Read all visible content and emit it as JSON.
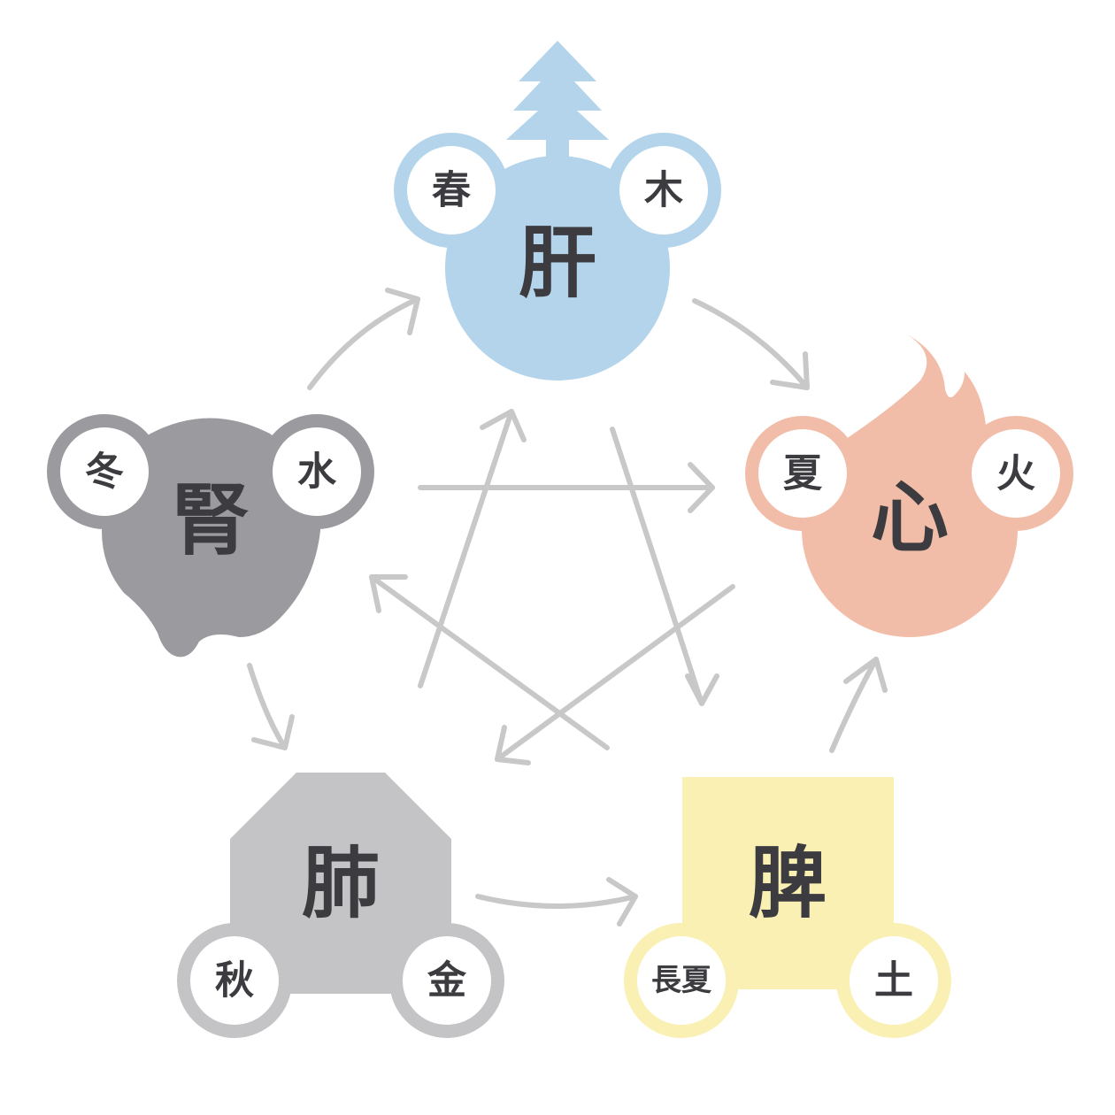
{
  "colors": {
    "liver": "#b3d4ea",
    "heart": "#f2bda8",
    "kidney": "#9b9a9f",
    "lung": "#c4c4c6",
    "spleen": "#faf0b4",
    "text": "#3b3b40",
    "arrow": "#c8c8c8"
  },
  "elements": {
    "liver": {
      "organ": "肝",
      "season": "春",
      "element": "木",
      "icon": "tree-icon"
    },
    "heart": {
      "organ": "心",
      "season": "夏",
      "element": "火",
      "icon": "flame-icon"
    },
    "spleen": {
      "organ": "脾",
      "season": "長夏",
      "element": "土",
      "icon": "square-earth-icon"
    },
    "lung": {
      "organ": "肺",
      "season": "秋",
      "element": "金",
      "icon": "octagon-metal-icon"
    },
    "kidney": {
      "organ": "腎",
      "season": "冬",
      "element": "水",
      "icon": "water-drop-icon"
    }
  }
}
